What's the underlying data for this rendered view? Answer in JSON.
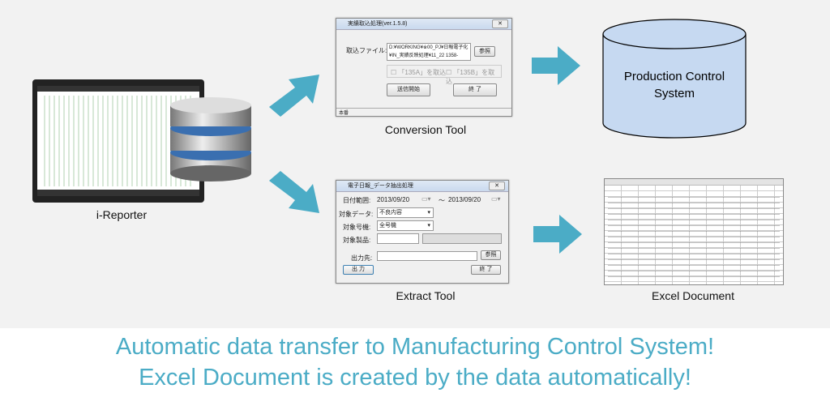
{
  "captions": {
    "ireporter": "i-Reporter",
    "conversion": "Conversion Tool",
    "extract": "Extract Tool",
    "excel": "Excel Document"
  },
  "production": {
    "label_line1": "Production Control",
    "label_line2": "System"
  },
  "conversion_tool": {
    "title": "実績取込処理(ver.1.5.8)",
    "file_label": "取込ファイル:",
    "file_value_line1": "D:¥WORKING¥※00_PJ¥日報電子化",
    "file_value_line2": "¥IN_実績反映処理¥11_22 1358-",
    "browse": "参照",
    "check1": "「135A」を取込",
    "check2": "「135B」を取込",
    "send": "送信開始",
    "end": "終 了",
    "status": "本番"
  },
  "extract_tool": {
    "title": "電子日報_データ抽出処理",
    "date_label": "日付範囲:",
    "date_from": "2013/09/20",
    "tilde": "～",
    "date_to": "2013/09/20",
    "data_label": "対象データ:",
    "data_value": "不良内容",
    "machine_label": "対象号機:",
    "machine_value": "全号機",
    "product_label": "対象製品:",
    "output_label": "出力先:",
    "browse": "参照",
    "output": "出 力",
    "end": "終 了"
  },
  "headline": {
    "line1": "Automatic data transfer to Manufacturing Control System!",
    "line2": "Excel Document is created by the data automatically!"
  },
  "colors": {
    "accent": "#4bacc6",
    "cylinder": "#c6d9f1",
    "background": "#f2f2f2"
  }
}
